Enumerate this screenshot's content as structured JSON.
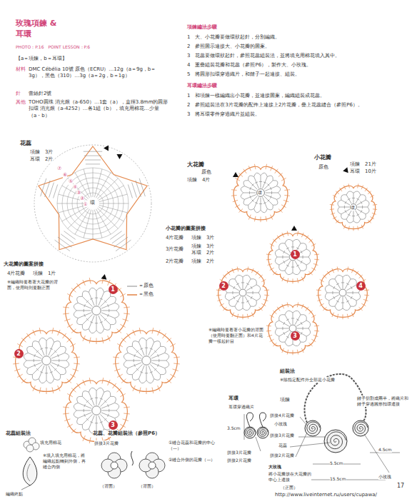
{
  "diagram": {
    "title": "玫瑰項鍊 & 耳環",
    "nodes": [
      {
        "text": [
          "1"
        ]
      },
      {
        "text": [
          "2"
        ]
      },
      {
        "text": [
          "3"
        ]
      },
      {
        "text": [
          "1"
        ]
      },
      {
        "text": [
          "2"
        ]
      },
      {
        "text": [
          "3"
        ]
      },
      {
        "text": [
          "4"
        ]
      }
    ],
    "labels": [
      "PHOTO：P.16　POINT LESSON：P.6",
      "【a＝項鍊，b＝耳環】",
      "材料",
      "DMC Cébélia 10號 原色（ECRU）…12g（a＝9g，b＝3g），黑色（310）…3g（a＝2g，b＝1g）",
      "針",
      "蕾絲針2號",
      "其他",
      "TOHO圓珠 消光銀（a-650）…1套（a），直徑3.8mm的圓形扣環 消光銀（a-4252）…各1組（b），填充用棉花…少量（a・b）",
      "項鍊編法步驟",
      "1　大、小花瓣要做環狀起針，分別編織。",
      "2　參照圖示連接大、小花瓣的圖案。",
      "3　花蕊要做環狀起針，參照花蕊組裝法，並將填充用棉花填入其中。",
      "4　重疊組裝花瓣和花蕊（參照P6），製作大、小玫瑰。",
      "5　將圓形扣環穿過織片，和鏈子一起連接、組裝。",
      "耳環編法步驟",
      "1　和項鍊一樣編織出小花瓣，並連接圖案，編織組裝成花蕊。",
      "2　參照組裝法在3片花瓣的配件上連接上2片花瓣，疊上花蕊縫合（參照P6）。",
      "3　將耳環零件穿過織片並組裝。",
      "花蕊",
      "項鍊　3片",
      "耳環　2片",
      "⑦",
      "⑥",
      "⑤",
      "④",
      "③",
      "②",
      "①",
      "環",
      "大花瓣",
      "原色",
      "項鍊　4片",
      "環",
      "小花瓣",
      "原色",
      "項鍊　21片",
      "耳環　10片",
      "環",
      "小花瓣的圖案拼接",
      "4片花瓣",
      "項鍊　3片",
      "3片花瓣",
      "項鍊　3片",
      "耳環　2片",
      "2片花瓣",
      "項鍊　2片",
      "大花瓣的圖案拼接",
      "4片花瓣",
      "項鍊　1片",
      "※編織時要看著大花瓣的背面，使用時則要翻正面",
      "※編織時要看著小花瓣的背面（使用時要翻正面）和4片花瓣一樣起針目",
      "花蕊組裝法",
      "填充用棉花",
      "※填入填充用棉花，將編織起點轉到外側，再縫合內側",
      "編織終點",
      "花蕊、花瓣組裝法（參照P6）",
      "拼接3片花瓣",
      "（背面）",
      "（背面）",
      "①縫合花蕊和花瓣的中心（—）",
      "②縫合外側的花瓣（—）",
      "耳環",
      "耳環穿過織片",
      "3.5cm",
      "拼接3片花瓣",
      "拼接2片花瓣",
      "組裝法",
      "※除指定配件外全部是小花瓣",
      "項鍊",
      "鏈子切割成兩半，將織片和鏈子穿過圓形扣環連接",
      "拼接4片花瓣",
      "小玫瑰",
      "拼接3片花瓣",
      "花蕊",
      "拼接2片花瓣",
      "大玫瑰",
      "將小花瓣放在大花瓣的中心上連接",
      "5.5cm",
      "15.5cm",
      "4.5cm",
      "小玫瑰",
      "（正面）",
      "17",
      "http://www.liveinternet.ru/users/cupawa/"
    ],
    "legend": [
      {
        "text": "＝原色"
      },
      {
        "text": "＝黑色"
      }
    ]
  }
}
